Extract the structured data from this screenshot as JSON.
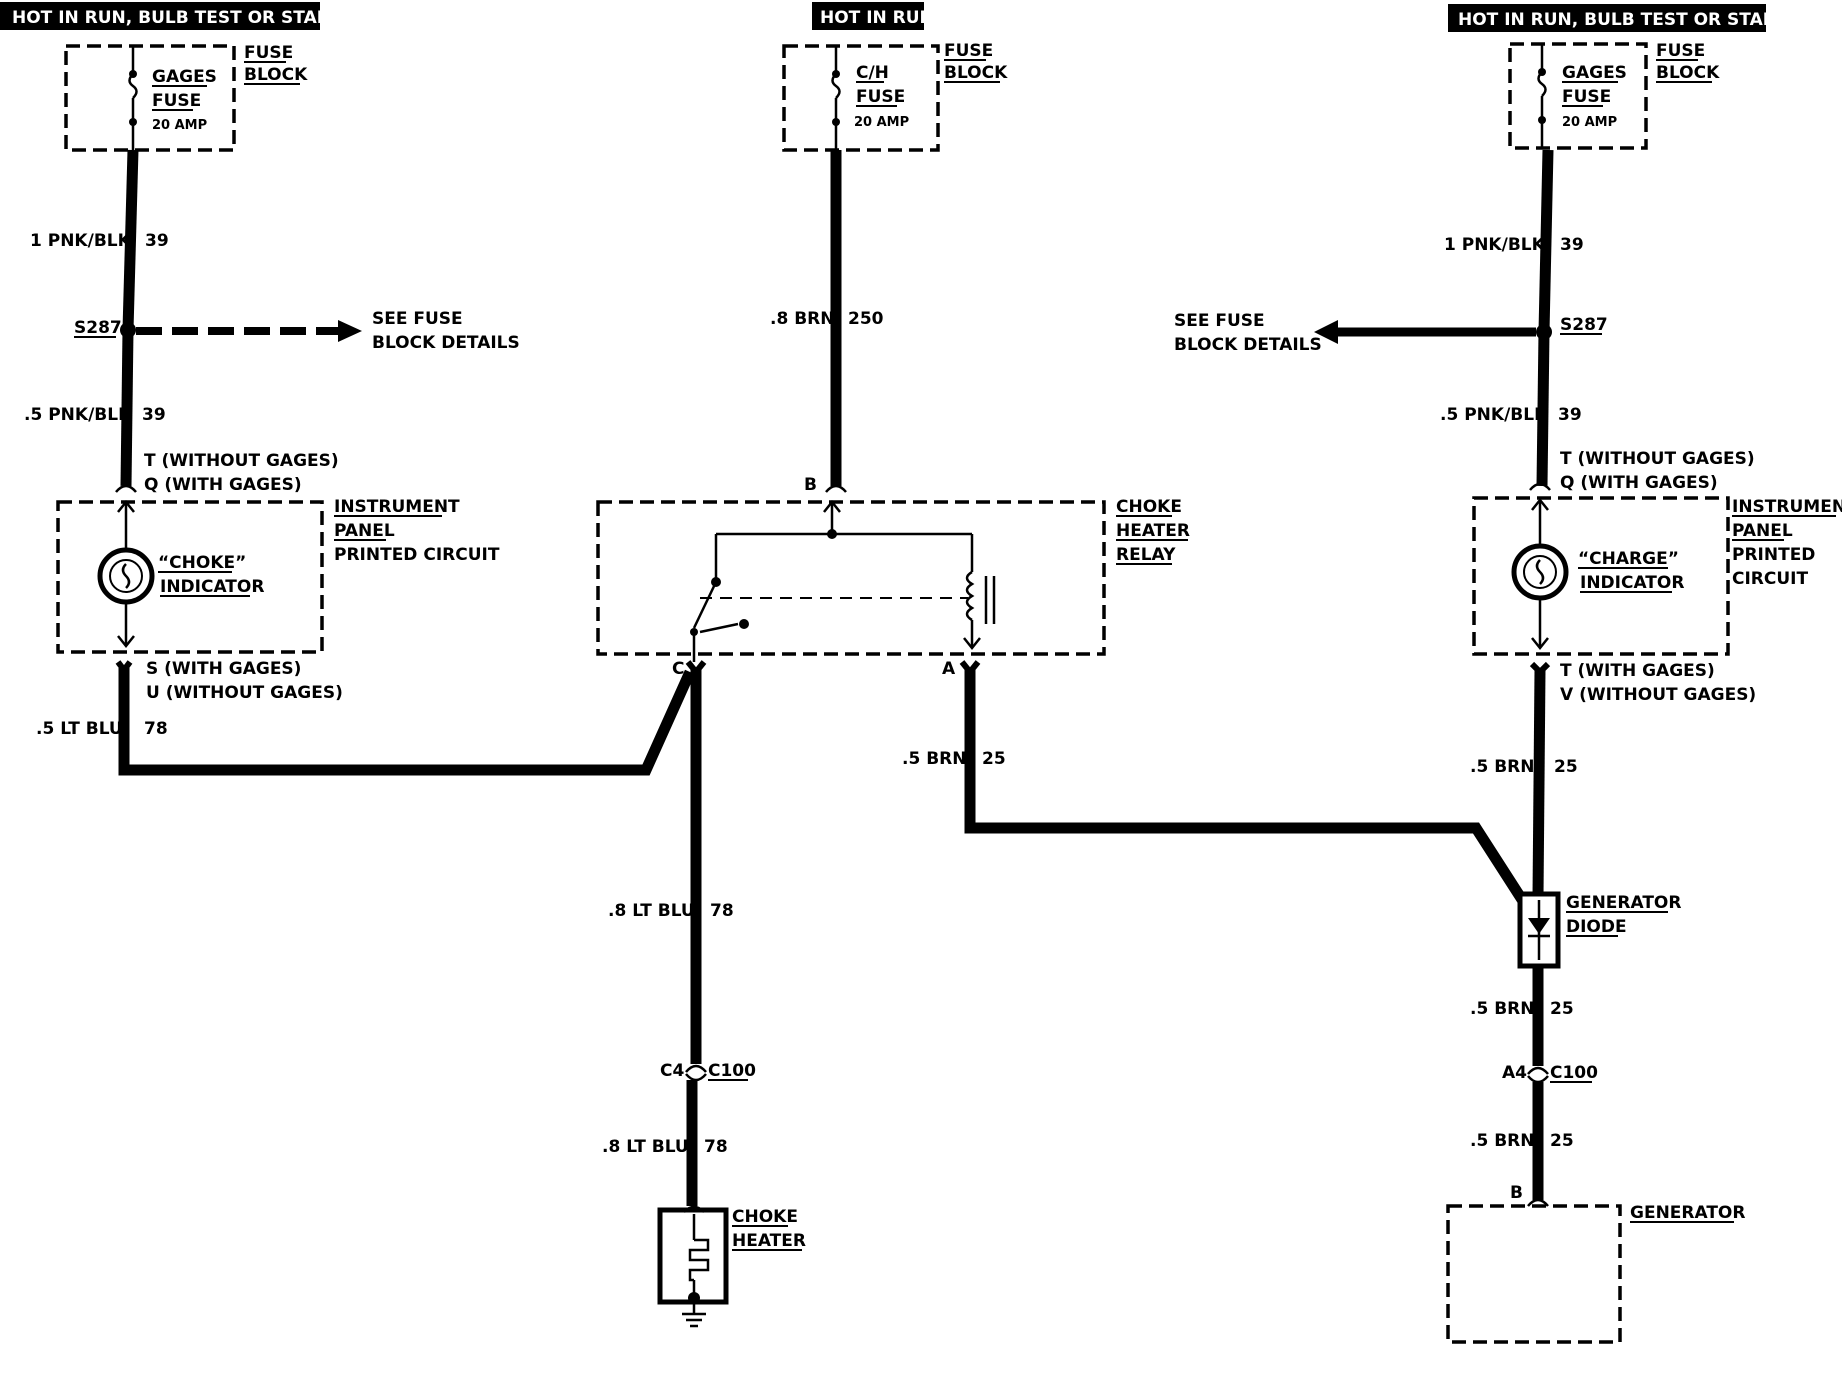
{
  "headers": {
    "left": "HOT IN RUN, BULB TEST OR START",
    "center": "HOT IN RUN",
    "right": "HOT IN RUN, BULB TEST OR START"
  },
  "left": {
    "fuse_block_label_1": "FUSE",
    "fuse_block_label_2": "BLOCK",
    "fuse_name_1": "GAGES",
    "fuse_name_2": "FUSE",
    "fuse_rating": "20 AMP",
    "wire1_gauge": "1 PNK/BLK",
    "wire1_circuit": "39",
    "splice": "S287",
    "see_fuse_1": "SEE FUSE",
    "see_fuse_2": "BLOCK DETAILS",
    "wire2_gauge": ".5 PNK/BLK",
    "wire2_circuit": "39",
    "term_top_1": "T (WITHOUT GAGES)",
    "term_top_2": "Q (WITH GAGES)",
    "ipc_1": "INSTRUMENT",
    "ipc_2": "PANEL",
    "ipc_3": "PRINTED CIRCUIT",
    "indicator_1": "“CHOKE”",
    "indicator_2": "INDICATOR",
    "term_bot_1": "S (WITH GAGES)",
    "term_bot_2": "U (WITHOUT GAGES)",
    "wire3_gauge": ".5 LT BLU",
    "wire3_circuit": "78"
  },
  "center": {
    "fuse_block_label_1": "FUSE",
    "fuse_block_label_2": "BLOCK",
    "fuse_name_1": "C/H",
    "fuse_name_2": "FUSE",
    "fuse_rating": "20 AMP",
    "wire1_gauge": ".8 BRN",
    "wire1_circuit": "250",
    "term_b": "B",
    "relay_1": "CHOKE",
    "relay_2": "HEATER",
    "relay_3": "RELAY",
    "term_c": "C",
    "term_a": "A",
    "wire_a_gauge": ".5 BRN",
    "wire_a_circuit": "25",
    "wire_c_gauge": ".8 LT BLU",
    "wire_c_circuit": "78",
    "conn_pin": "C4",
    "conn_name": "C100",
    "wire_c2_gauge": ".8 LT BLU",
    "wire_c2_circuit": "78",
    "heater_1": "CHOKE",
    "heater_2": "HEATER"
  },
  "right": {
    "fuse_block_label_1": "FUSE",
    "fuse_block_label_2": "BLOCK",
    "fuse_name_1": "GAGES",
    "fuse_name_2": "FUSE",
    "fuse_rating": "20 AMP",
    "wire1_gauge": "1 PNK/BLK",
    "wire1_circuit": "39",
    "splice": "S287",
    "see_fuse_1": "SEE FUSE",
    "see_fuse_2": "BLOCK DETAILS",
    "wire2_gauge": ".5 PNK/BLK",
    "wire2_circuit": "39",
    "term_top_1": "T (WITHOUT GAGES)",
    "term_top_2": "Q (WITH GAGES)",
    "ipc_1": "INSTRUMENT",
    "ipc_2": "PANEL",
    "ipc_3": "PRINTED",
    "ipc_4": "CIRCUIT",
    "indicator_1": "“CHARGE”",
    "indicator_2": "INDICATOR",
    "term_bot_1": "T (WITH GAGES)",
    "term_bot_2": "V (WITHOUT GAGES)",
    "wire3_gauge": ".5 BRN",
    "wire3_circuit": "25",
    "diode_1": "GENERATOR",
    "diode_2": "DIODE",
    "wire4_gauge": ".5 BRN",
    "wire4_circuit": "25",
    "conn_pin": "A4",
    "conn_name": "C100",
    "wire5_gauge": ".5 BRN",
    "wire5_circuit": "25",
    "gen_term": "B",
    "generator": "GENERATOR"
  }
}
